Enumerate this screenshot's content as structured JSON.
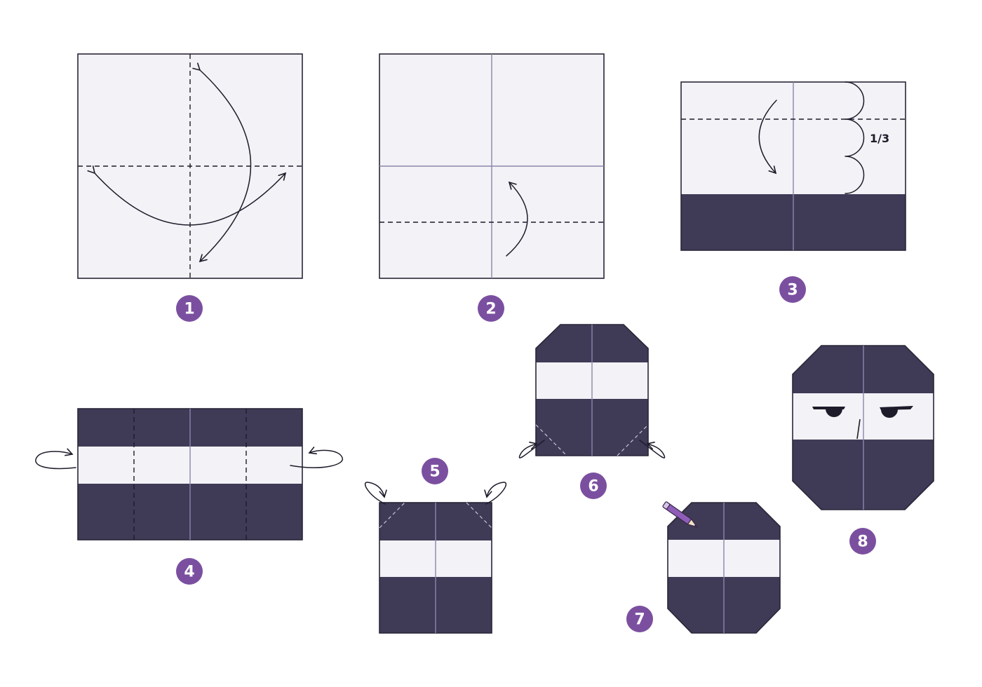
{
  "steps": [
    {
      "label": "1"
    },
    {
      "label": "2"
    },
    {
      "label": "3"
    },
    {
      "label": "4"
    },
    {
      "label": "5"
    },
    {
      "label": "6"
    },
    {
      "label": "7"
    },
    {
      "label": "8"
    }
  ],
  "step3": {
    "fraction_label": "1/3"
  },
  "colors": {
    "paper": "#f3f2f6",
    "dark_side": "#3f3a56",
    "badge": "#7b4fa0",
    "crease": "#8c86ad"
  },
  "icons": [
    "pencil-icon"
  ]
}
